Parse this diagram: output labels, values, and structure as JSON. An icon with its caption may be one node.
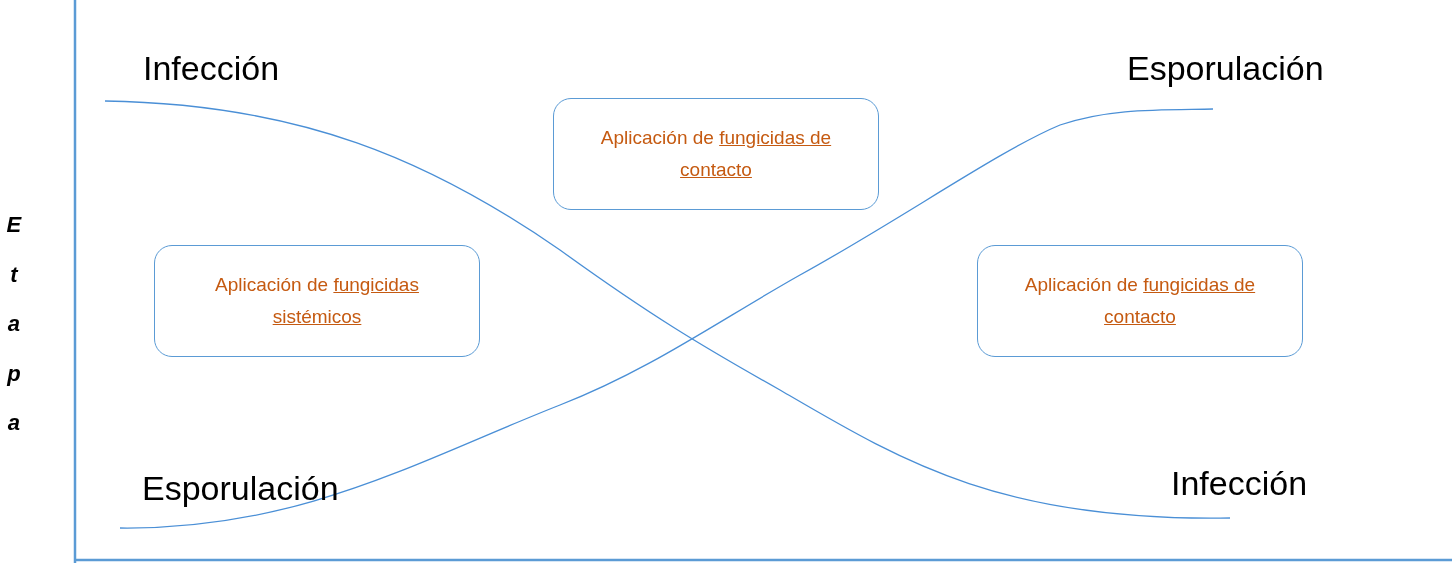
{
  "diagram": {
    "nodes": [
      {
        "text": [
          "Aplicación de",
          "fungicidas de contacto"
        ]
      },
      {
        "text": [
          "Aplicación de",
          "fungicidas sistémicos"
        ]
      },
      {
        "text": [
          "Aplicación de",
          "fungicidas de contacto"
        ]
      }
    ],
    "labels": [
      "Infección",
      "Esporulación",
      "Etapa",
      "Esporulación",
      "Infección"
    ]
  }
}
